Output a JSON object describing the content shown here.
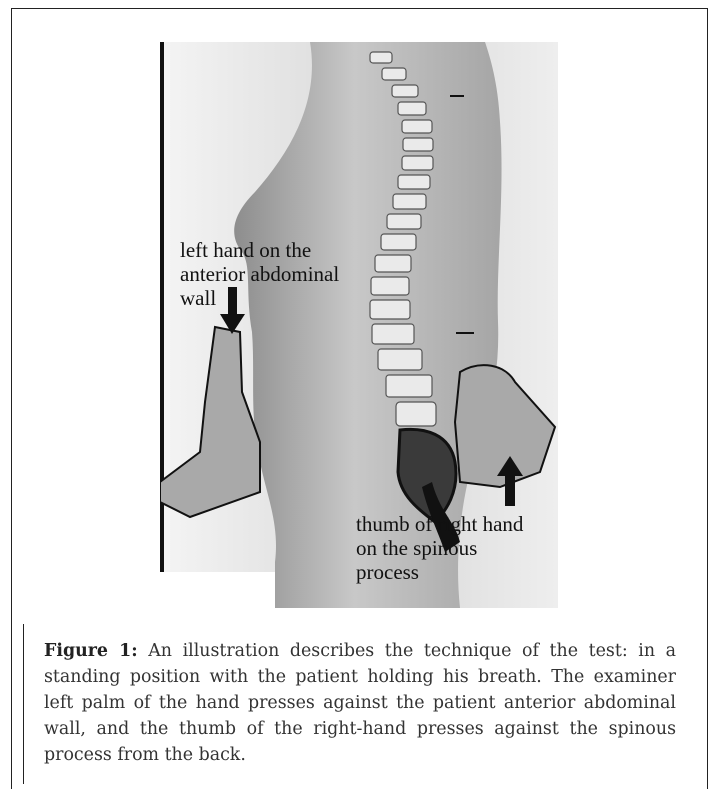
{
  "figure": {
    "annotation_left": "left hand on the\nanterior abdominal\nwall",
    "annotation_right": "thumb of right hand\non the spinous\nprocess"
  },
  "caption": {
    "label": "Figure 1:",
    "text": " An illustration describes the technique of the test: in a standing position with the patient holding his breath. The examiner left palm of the hand presses against the patient anterior abdominal wall, and the thumb of the right-hand presses against the spinous process from the back."
  }
}
